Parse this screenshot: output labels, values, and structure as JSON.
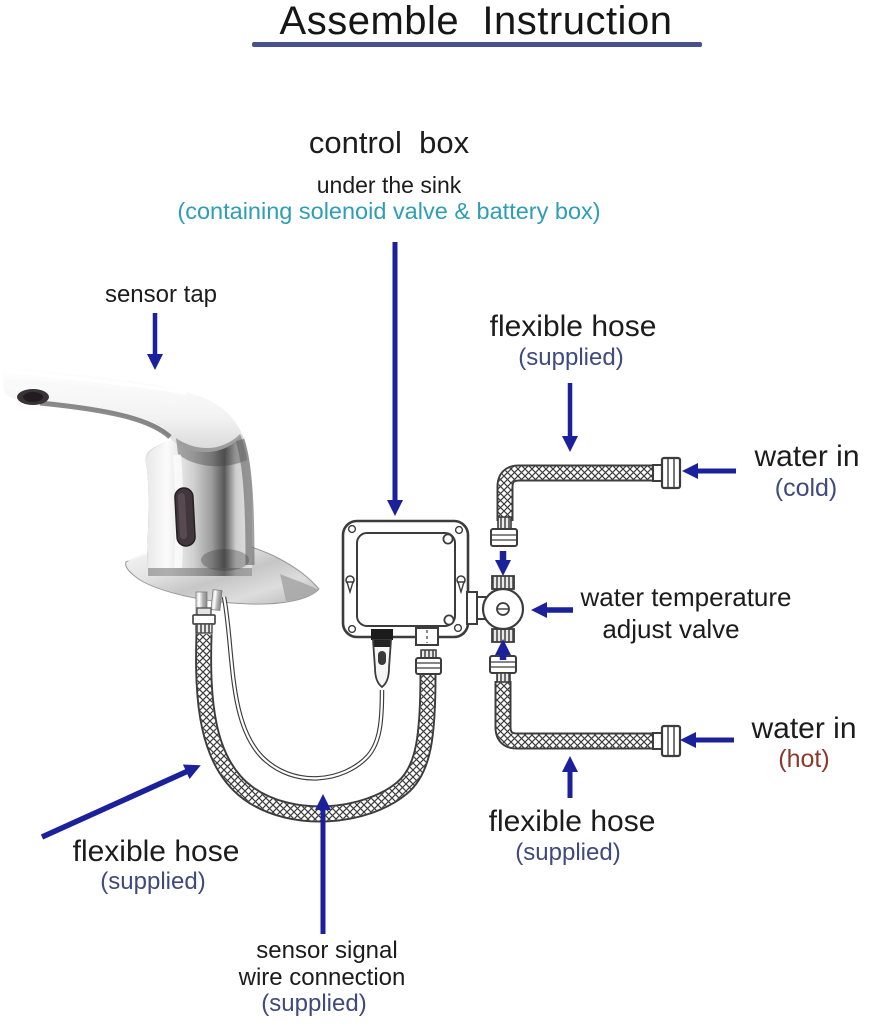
{
  "title": "Assemble  Instruction",
  "labels": {
    "control_box": {
      "line1": "control  box",
      "line2": "under the sink",
      "line3": "(containing solenoid valve & battery box)"
    },
    "sensor_tap": "sensor tap",
    "flexible_hose_top": {
      "line1": "flexible hose",
      "line2": "(supplied)"
    },
    "water_in_cold": {
      "line1": "water in",
      "line2": "(cold)"
    },
    "temp_valve": {
      "line1": "water temperature",
      "line2": "adjust valve"
    },
    "water_in_hot": {
      "line1": "water in",
      "line2": "(hot)"
    },
    "flexible_hose_bottom": {
      "line1": "flexible hose",
      "line2": "(supplied)"
    },
    "flexible_hose_left": {
      "line1": "flexible hose",
      "line2": "(supplied)"
    },
    "sensor_wire": {
      "line1": "sensor signal",
      "line2": "wire connection",
      "line3": "(supplied)"
    }
  },
  "colors": {
    "arrow_blue": "#1b209b",
    "title_underline": "#47518f",
    "teal_note": "#2f9db6",
    "navy_note": "#3f4a7d",
    "hot_red": "#8a392f",
    "line_ink": "#3c3c3c"
  },
  "icons": {
    "arrows": "navy pointer arrows linking labels to parts",
    "parts": [
      "sensor-tap-photo",
      "control-box",
      "temperature-adjust-valve",
      "braided-hose",
      "hex-nut-fitting",
      "signal-wire-connector"
    ]
  }
}
